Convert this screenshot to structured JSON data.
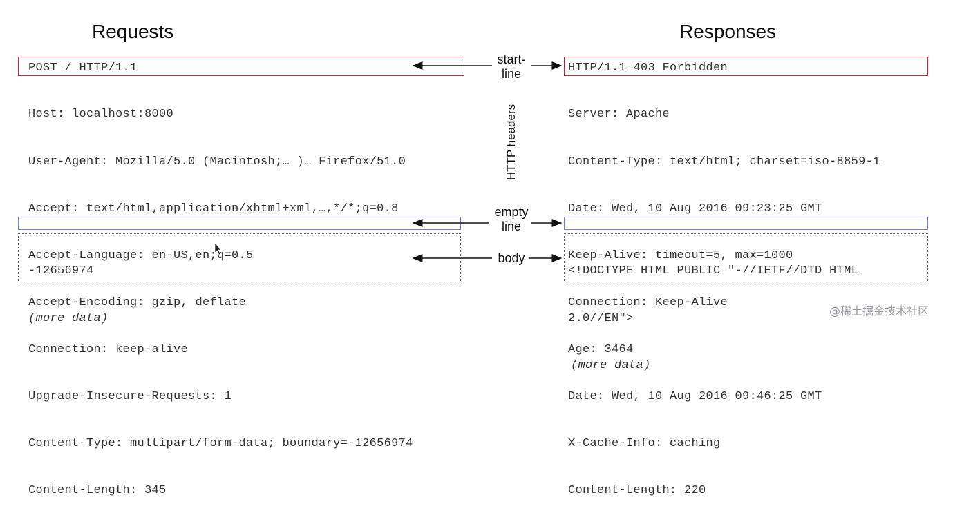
{
  "requests": {
    "title": "Requests",
    "start_line": "POST / HTTP/1.1",
    "headers": [
      "Host: localhost:8000",
      "User-Agent: Mozilla/5.0 (Macintosh;… )… Firefox/51.0",
      "Accept: text/html,application/xhtml+xml,…,*/*;q=0.8",
      "Accept-Language: en-US,en;q=0.5",
      "Accept-Encoding: gzip, deflate",
      "Connection: keep-alive",
      "Upgrade-Insecure-Requests: 1",
      "Content-Type: multipart/form-data; boundary=-12656974",
      "Content-Length: 345"
    ],
    "body": [
      "-12656974",
      "(more data)"
    ]
  },
  "responses": {
    "title": "Responses",
    "start_line": "HTTP/1.1 403 Forbidden",
    "headers": [
      "Server: Apache",
      "Content-Type: text/html; charset=iso-8859-1",
      "Date: Wed, 10 Aug 2016 09:23:25 GMT",
      "Keep-Alive: timeout=5, max=1000",
      "Connection: Keep-Alive",
      "Age: 3464",
      "Date: Wed, 10 Aug 2016 09:46:25 GMT",
      "X-Cache-Info: caching",
      "Content-Length: 220"
    ],
    "body": [
      "<!DOCTYPE HTML PUBLIC \"-//IETF//DTD HTML",
      "2.0//EN\">",
      "(more data)"
    ]
  },
  "labels": {
    "start_line_top": "start-",
    "start_line_bottom": "line",
    "http_headers": "HTTP headers",
    "empty_top": "empty",
    "empty_bottom": "line",
    "body": "body"
  },
  "watermark": "@稀土掘金技术社区",
  "colors": {
    "start_line_box": "#b52a38",
    "empty_line_box": "#7b7fc4",
    "body_box": "#666666"
  }
}
